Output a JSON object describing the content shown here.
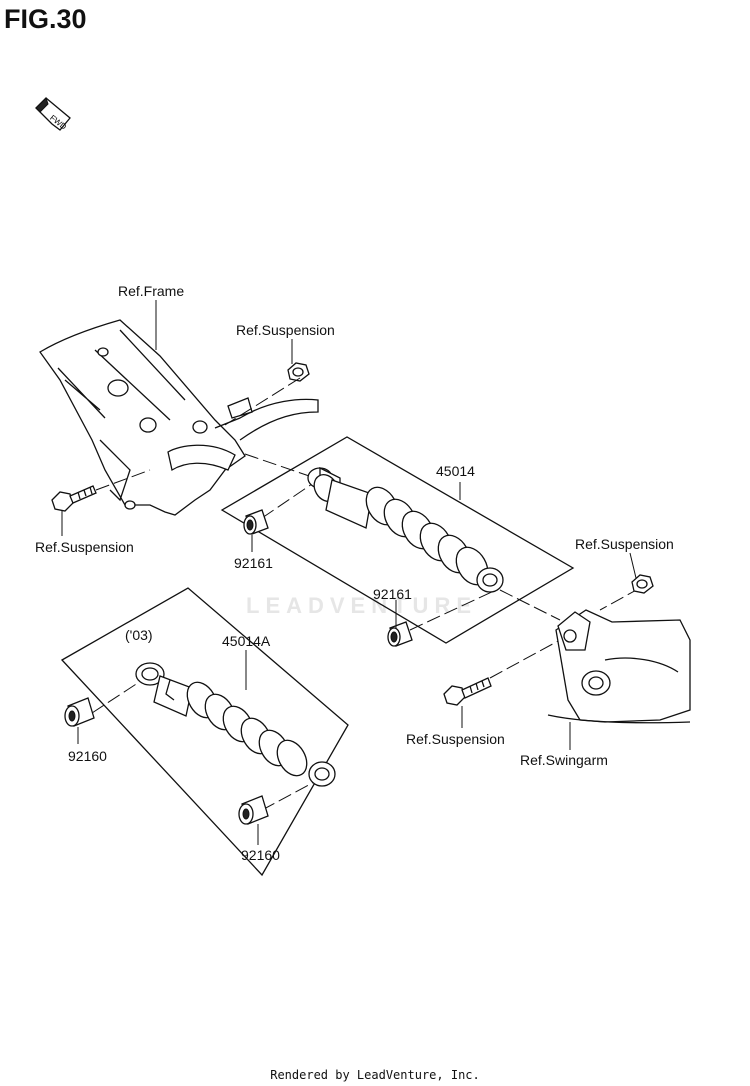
{
  "figure": {
    "title": "FIG.30",
    "fwd_mark": "FWD"
  },
  "labels": {
    "ref_frame": "Ref.Frame",
    "ref_suspension_top": "Ref.Suspension",
    "ref_suspension_left": "Ref.Suspension",
    "ref_suspension_right": "Ref.Suspension",
    "ref_suspension_bottom": "Ref.Suspension",
    "ref_swingarm": "Ref.Swingarm",
    "part_45014": "45014",
    "part_92161_a": "92161",
    "part_92161_b": "92161",
    "part_45014a": "45014A",
    "year_note": "('03)",
    "part_92160_a": "92160",
    "part_92160_b": "92160"
  },
  "watermark": "LEADVENTURE",
  "footer": "Rendered by LeadVenture, Inc."
}
